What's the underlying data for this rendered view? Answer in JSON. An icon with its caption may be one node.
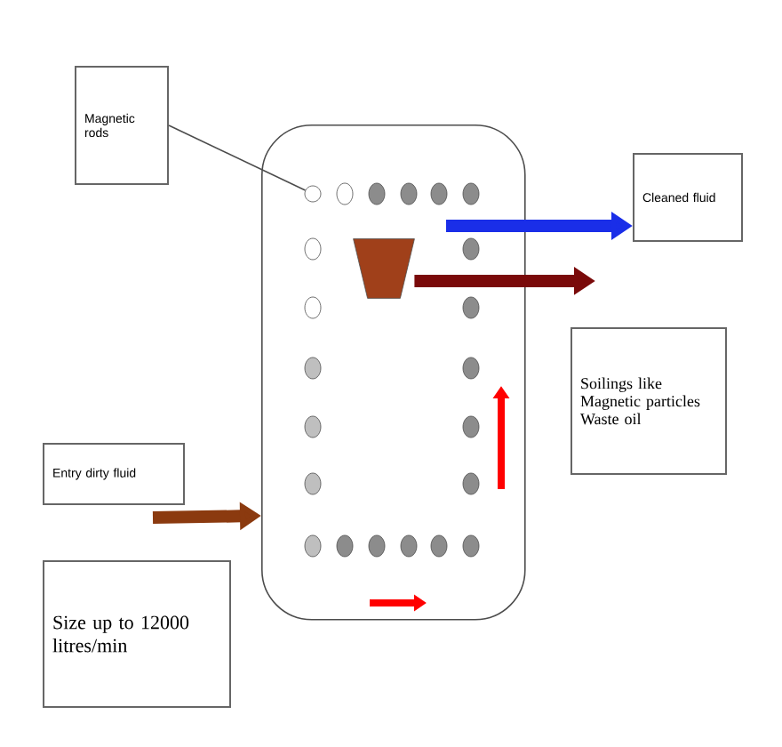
{
  "diagram": {
    "nodes": [
      {
        "text": [
          "Magnetic rods"
        ]
      },
      {
        "text": [],
        "shape": "box"
      },
      {
        "text": [
          "Cleaned fluid"
        ]
      },
      {
        "text": [
          "Soilings like Magnetic particles Waste oil"
        ]
      },
      {
        "text": [
          "Entry dirty fluid"
        ]
      },
      {
        "text": [
          "Size up to 12000 litres/min"
        ]
      },
      {
        "text": [],
        "shape": "circle",
        "in": 1
      },
      {
        "text": [],
        "shape": "trapezoid",
        "in": 1
      }
    ],
    "edges": [
      {
        "from": 0,
        "to": 6,
        "arrow": "none"
      },
      {
        "from": null,
        "to": 2,
        "arrow": "to",
        "color": "#1a2ee8"
      },
      {
        "from": 7,
        "to": null,
        "arrow": "to",
        "color": "#7a0a0a"
      },
      {
        "from": 4,
        "to": 1,
        "arrow": "to",
        "color": "#8b3a0f"
      }
    ]
  }
}
